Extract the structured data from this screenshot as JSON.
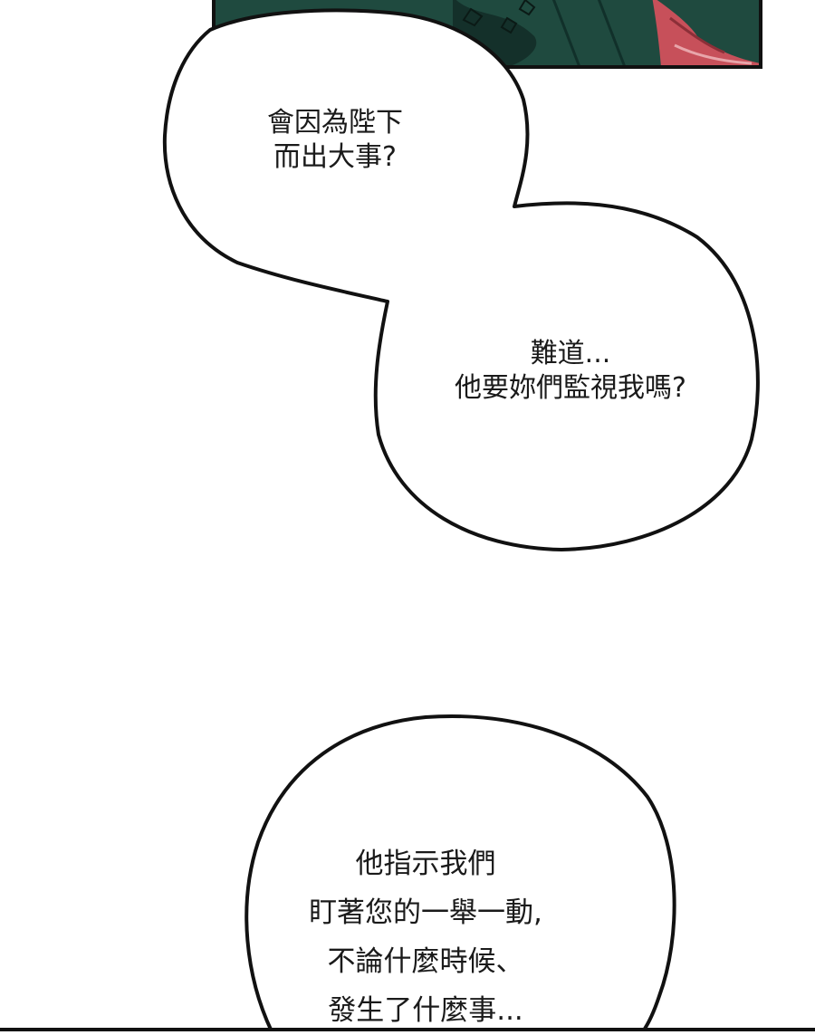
{
  "bubbles": [
    {
      "lines": [
        "會因為陛下",
        "而出大事?"
      ]
    },
    {
      "lines": [
        "難道...",
        "他要妳們監視我嗎?"
      ]
    },
    {
      "lines": [
        "他指示我們",
        "盯著您的一舉一動,",
        "不論什麼時候、",
        "發生了什麼事..."
      ]
    }
  ],
  "colors": {
    "background": "#ffffff",
    "outline": "#111111",
    "panel_dark": "#1f4a3f",
    "panel_accent": "#c7505a"
  }
}
